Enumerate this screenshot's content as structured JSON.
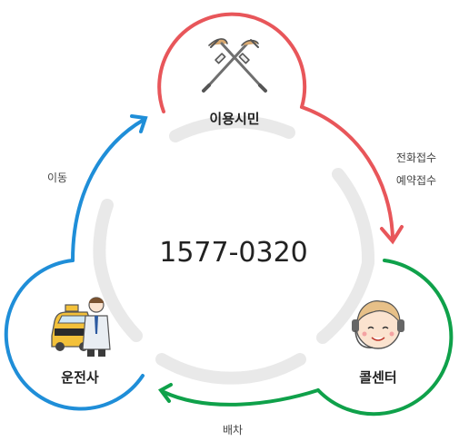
{
  "center": {
    "phone": "1577-0320"
  },
  "nodes": {
    "citizen": {
      "label": "이용시민",
      "icon": "crutches-icon",
      "color": "#e8565a"
    },
    "call_center": {
      "label": "콜센터",
      "icon": "operator-headset-icon",
      "color": "#0fa14a"
    },
    "driver": {
      "label": "운전사",
      "icon": "taxi-driver-icon",
      "color": "#1f8ed8"
    }
  },
  "arrows": {
    "citizen_to_call_center": {
      "label_lines": [
        "전화접수",
        "예약접수"
      ]
    },
    "call_center_to_driver": {
      "label": "배차"
    },
    "driver_to_citizen": {
      "label": "이동"
    }
  },
  "colors": {
    "ring": "#e9e9e9"
  }
}
